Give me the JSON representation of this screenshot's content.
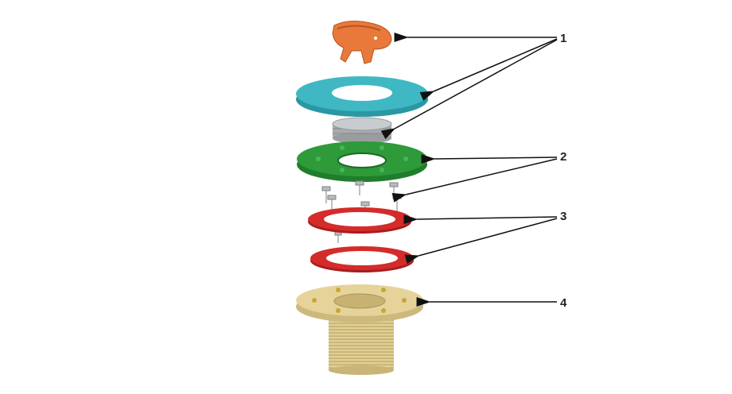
{
  "diagram": {
    "callouts": [
      {
        "label": "1",
        "parts": [
          "orange-key",
          "cyan-cover-ring",
          "gray-plug"
        ]
      },
      {
        "label": "2",
        "parts": [
          "green-flange",
          "screws"
        ]
      },
      {
        "label": "3",
        "parts": [
          "red-gasket-upper",
          "red-gasket-lower"
        ]
      },
      {
        "label": "4",
        "parts": [
          "brass-threaded-body"
        ]
      }
    ],
    "colors": {
      "key": "#e8793a",
      "cover": "#3fb8c4",
      "plug": "#b9bcbf",
      "flange": "#2e9a3a",
      "gasket": "#d42b2b",
      "body": "#e6d39a",
      "arrow": "#111111"
    }
  }
}
